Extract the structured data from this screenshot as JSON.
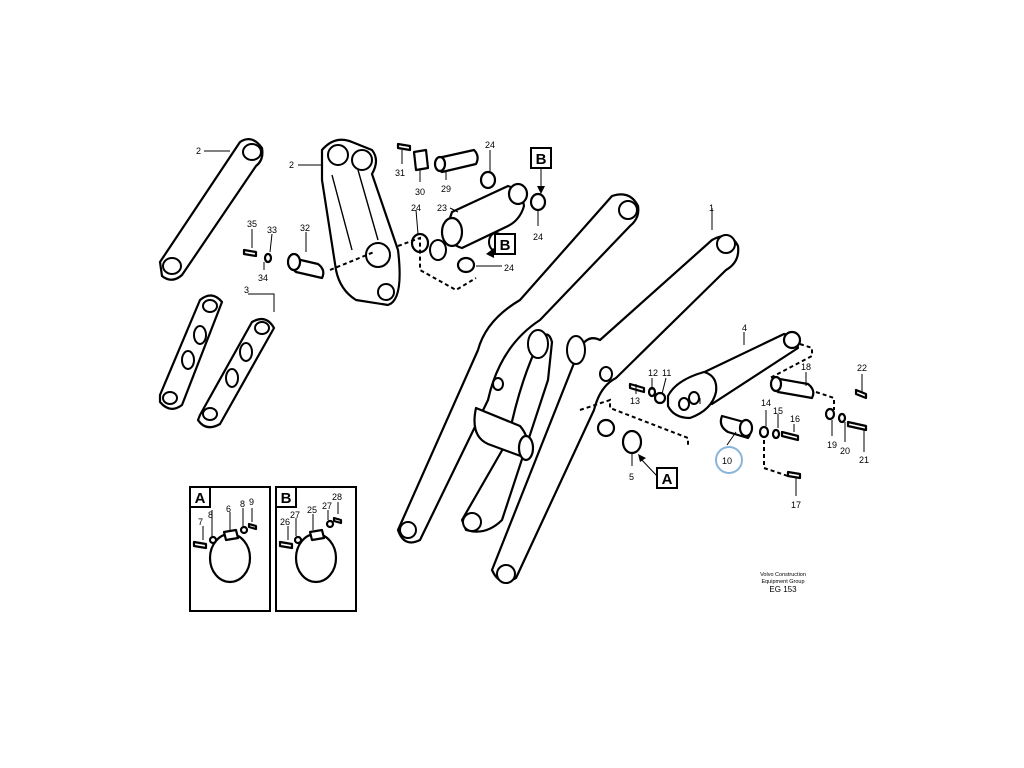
{
  "parts": {
    "p1": "1",
    "p2a": "2",
    "p2b": "2",
    "p3": "3",
    "p4": "4",
    "p5": "5",
    "p6a": "6",
    "p7a": "7",
    "p8a": "8",
    "p8b": "8",
    "p9a": "9",
    "p10": "10",
    "p11": "11",
    "p12": "12",
    "p13": "13",
    "p14": "14",
    "p15": "15",
    "p16": "16",
    "p17": "17",
    "p18": "18",
    "p19": "19",
    "p20": "20",
    "p21": "21",
    "p22": "22",
    "p23": "23",
    "p24a": "24",
    "p24b": "24",
    "p24c": "24",
    "p24d": "24",
    "p25": "25",
    "p26": "26",
    "p27a": "27",
    "p27b": "27",
    "p28": "28",
    "p29": "29",
    "p30": "30",
    "p31": "31",
    "p32": "32",
    "p33": "33",
    "p34": "34",
    "p35": "35"
  },
  "refs": {
    "a_main": "A",
    "b_top": "B",
    "b_mid": "B",
    "detail_a": "A",
    "detail_b": "B"
  },
  "highlight": {
    "part": "10",
    "color": "#8ab4d8"
  },
  "footer": {
    "company_line1": "Volvo Construction",
    "company_line2": "Equipment Group",
    "code": "EG 153"
  }
}
